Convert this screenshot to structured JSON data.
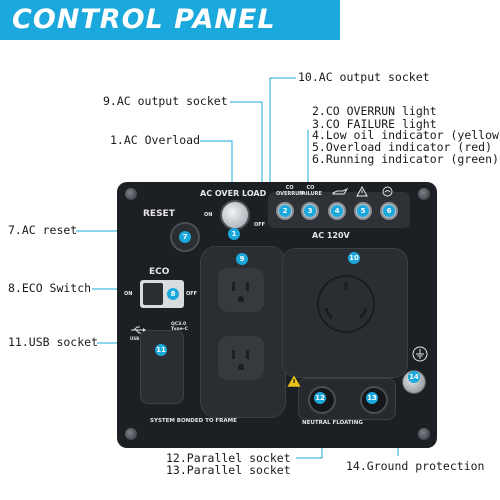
{
  "banner": {
    "title": "CONTROL PANEL"
  },
  "callouts": {
    "c10": "10.AC output socket",
    "c9": "9.AC output socket",
    "c1": "1.AC Overload",
    "c2": "2.CO OVERRUN light",
    "c3": "3.CO FAILURE light",
    "c4": "4.Low oil indicator (yellow)",
    "c5": "5.Overload indicator (red)",
    "c6": "6.Running indicator (green)",
    "c7": "7.AC reset",
    "c8": "8.ECO Switch",
    "c11": "11.USB socket",
    "c12": "12.Parallel socket",
    "c13": "13.Parallel socket",
    "c14": "14.Ground protection"
  },
  "panel": {
    "ac_overload": "AC OVER LOAD",
    "co_overrun": "CO\nOVERRUN",
    "co_failure": "CO\nFAILURE",
    "reset": "RESET",
    "eco": "ECO",
    "on": "ON",
    "off": "OFF",
    "ac_120v": "AC 120V",
    "qc": "QC3.0\nType-C",
    "usb": "USB",
    "bottom_left": "SYSTEM BONDED TO FRAME",
    "bottom_right": "NEUTRAL FLOATING",
    "numbers": [
      "1",
      "2",
      "3",
      "4",
      "5",
      "6",
      "7",
      "8",
      "9",
      "10",
      "11",
      "12",
      "13",
      "14"
    ]
  },
  "colors": {
    "accent": "#1ba8dc",
    "panel": "#1c1f23",
    "rubber": "#2a2d31"
  }
}
